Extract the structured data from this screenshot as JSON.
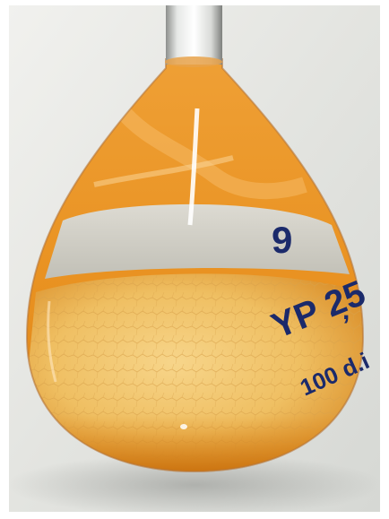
{
  "flask_labels": {
    "number": "9",
    "sample_code": "YP 25",
    "separator": ",",
    "dilution": "100 d.i"
  },
  "colors": {
    "background_surface": "#e9eae6",
    "liquid_orange": "#e58a1c",
    "sediment_yellow": "#f2c56a",
    "marker_ink": "#1b2a6b"
  }
}
